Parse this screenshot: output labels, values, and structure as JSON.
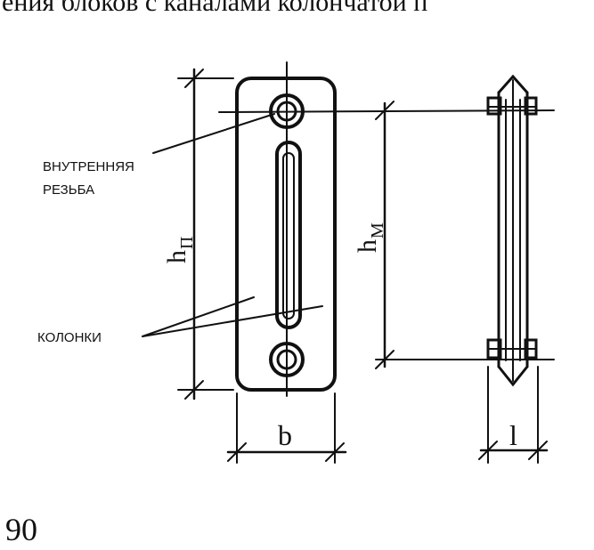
{
  "header": {
    "text": "ения блоков с каналами колончатой п"
  },
  "labels": {
    "internal_thread_line1": "ВНУТРЕННЯЯ",
    "internal_thread_line2": "РЕЗЬБА",
    "columns": "КОЛОНКИ"
  },
  "dimensions": {
    "h_p_main": "h",
    "h_p_sub": "П",
    "h_m_main": "h",
    "h_m_sub": "М",
    "b": "b",
    "l": "l"
  },
  "page_number": "90"
}
